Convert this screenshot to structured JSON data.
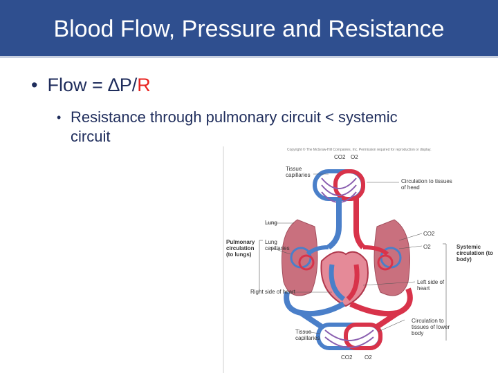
{
  "slide": {
    "title": "Blood Flow, Pressure and Resistance",
    "bullet1": {
      "prefix": "Flow = ",
      "delta": "∆",
      "middle": "P/",
      "r": "R"
    },
    "bullet2": "Resistance through pulmonary circuit < systemic circuit",
    "bullet_glyph": "•"
  },
  "figure": {
    "copyright": "Copyright © The McGraw-Hill Companies, Inc. Permission required for reproduction or display.",
    "labels": {
      "co2_top": "CO2",
      "o2_top": "O2",
      "tissue_capillaries_top": "Tissue capillaries",
      "circulation_head": "Circulation to tissues of head",
      "lung": "Lung",
      "co2_right": "CO2",
      "o2_right": "O2",
      "pulmonary_circulation": "Pulmonary circulation (to lungs)",
      "lung_capillaries": "Lung capillaries",
      "systemic_circulation": "Systemic circulation (to body)",
      "left_side_heart": "Left side of heart",
      "right_side_heart": "Right side of heart",
      "circulation_lower": "Circulation to tissues of lower body",
      "tissue_capillaries_bottom": "Tissue capillaries",
      "co2_bottom": "CO2",
      "o2_bottom": "O2"
    },
    "colors": {
      "oxygenated": "#d8334a",
      "deoxygenated": "#4a7fc9",
      "lung": "#c9707e",
      "title_bar": "#2f4f8f",
      "accent_red": "#e8231f"
    }
  }
}
